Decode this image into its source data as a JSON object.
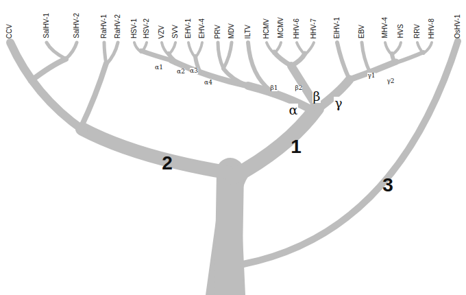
{
  "diagram": {
    "labels": [
      "CCV",
      "SalHV-1",
      "SalHV-2",
      "RaHV-1",
      "RaHV-2",
      "HSV-1",
      "HSV-2",
      "VZV",
      "SVV",
      "EHV-1",
      "EHV-4",
      "PRV",
      "MDV",
      "ILTV",
      "HCMV",
      "MCMV",
      "HHV-6",
      "HHV-7",
      "ElHV-1",
      "EBV",
      "MHV-4",
      "HVS",
      "RRV",
      "HHV-8",
      "OsHV-1",
      "α",
      "β",
      "γ",
      "α1",
      "α2",
      "α3",
      "α4",
      "β1",
      "β2",
      "γ1",
      "γ2",
      "1",
      "2",
      "3"
    ]
  }
}
